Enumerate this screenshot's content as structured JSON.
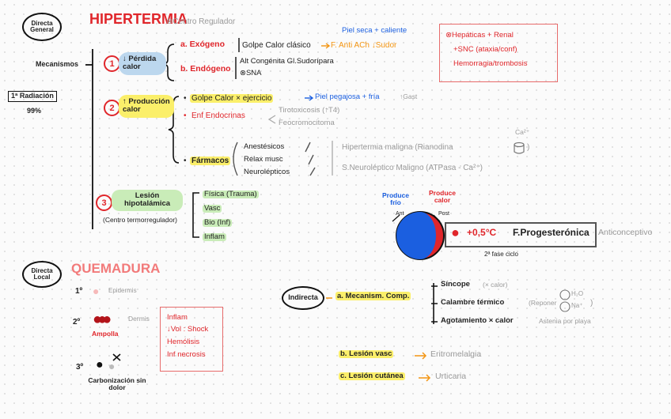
{
  "general": {
    "label": "Directa General",
    "title": "HIPERTERMIA",
    "title_note": "⊗Centro Regulador",
    "mechanisms_label": "Mecanismos",
    "cause_label": "1ª Radiación",
    "cause_percent": "99%"
  },
  "mech1": {
    "number": "1",
    "label": "↓ Pérdida calor",
    "a_label": "a. Exógeno",
    "a_text": "Golpe Calor clásico",
    "a_arrow_note": "F. Anti ACh ↓Sudor",
    "a_top_note": "Piel seca + caliente",
    "b_label": "b. Endógeno",
    "b_line1": "Alt Congénita Gl.Sudorípara",
    "b_line2": "⊗SNA"
  },
  "mech2": {
    "number": "2",
    "label": "↑ Producción calor",
    "item1": "Golpe Calor × ejercicio",
    "item1_note": "Piel pegajosa + fría",
    "item1_extra": "↑Gast",
    "item2": "Enf Endocrinas",
    "item2_sub1": "Tirotoxicosis (↑T4)",
    "item2_sub2": "Feocromocitoma",
    "item3": "Fármacos",
    "drug1": "Anestésicos",
    "drug2": "Relax musc",
    "drug3": "Neurolépticos",
    "drug_result1": "Hipertermia maligna (Rianodina",
    "drug_result1_end": ")",
    "drug_result2": "S.Neuroléptico Maligno (ATPasa - Ca²⁺)",
    "ca_label": "Ca²⁺"
  },
  "mech3": {
    "number": "3",
    "label": "Lesión hipotalámica",
    "sublabel": "(Centro termorregulador)",
    "items": [
      "Física (Trauma)",
      "Vasc",
      "Bio (Inf)",
      "Inflam"
    ]
  },
  "side_box": {
    "line1": "⊗Hepáticas + Renal",
    "line2": "+SNC (ataxia/conf)",
    "line3": "Hemorragia/trombosis"
  },
  "hypothal": {
    "ant_label": "Produce frío",
    "ant_small": "Ant",
    "post_label": "Produce calor",
    "post_small": "Post",
    "temp": "+0,5°C",
    "progest": "F.Progesterónica",
    "anticonc": "Anticonceptivo",
    "phase": "2ª fase ciclo"
  },
  "burn": {
    "label": "Directa Local",
    "title": "QUEMADURA",
    "deg1": "1º",
    "deg1_note": "Epidermis",
    "deg2": "2º",
    "deg2_note": "Dermis",
    "deg2_sub": "Ampolla",
    "deg3": "3º",
    "deg3_sub": "Carbonización sin dolor",
    "box_line1": "Inflam",
    "box_line2": "↓Vol : Shock",
    "box_line3": "Hemólisis",
    "box_line4": "Inf necrosis"
  },
  "indirect": {
    "label": "Indirecta",
    "a_label": "a. Mecanism. Comp.",
    "a_items": [
      "Síncope",
      "Calambre térmico",
      "Agotamiento × calor"
    ],
    "a_notes": [
      "(× calor)",
      "(Reponer",
      "Astenia por playa"
    ],
    "a_ions": [
      "H₂O",
      "Na⁺"
    ],
    "b_label": "b. Lesión vasc",
    "b_result": "Eritromelalgia",
    "c_label": "c. Lesión cutánea",
    "c_result": "Urticaria"
  },
  "colors": {
    "red": "#e0262b",
    "blue": "#1b5fe0",
    "orange": "#f39512",
    "yellow_highlight": "#fbef6a",
    "green_highlight": "#c9ecb8",
    "blue_highlight": "#bcd7ee"
  }
}
